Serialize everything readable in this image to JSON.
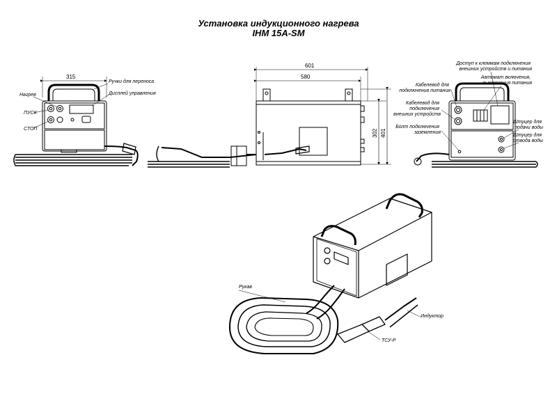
{
  "title": {
    "line1": "Установка индукционного нагрева",
    "line2": "IHM 15A-SM"
  },
  "front_view": {
    "dim_width": "315",
    "label_handles": "Ручки для переноса",
    "label_display": "Дисплей управления",
    "label_heating": "Нагрев",
    "label_start": "ПУСК",
    "label_stop": "СТОП"
  },
  "side_view": {
    "dim_length_total": "601",
    "dim_length_body": "580",
    "dim_height_body": "302",
    "dim_height_total": "401"
  },
  "rear_view": {
    "label_access": [
      "Доступ к клеммам подключения",
      "внешних устройств и питания"
    ],
    "label_breaker": [
      "Автомат включения,",
      "выключения питания"
    ],
    "label_power_cable": [
      "Кабелевод для",
      "подключения питания"
    ],
    "label_ext_cable": [
      "Кабелевод для",
      "подключения",
      "внешних устройств"
    ],
    "label_ground": [
      "Болт подключения",
      "заземления"
    ],
    "label_water_in": [
      "Штуцер для",
      "подачи воды"
    ],
    "label_water_out": [
      "Штуцер для",
      "отвода воды"
    ]
  },
  "iso_view": {
    "label_sleeve": "Рукав",
    "label_inductor": "Индуктор",
    "label_tsu": "ТСУ-Р"
  }
}
